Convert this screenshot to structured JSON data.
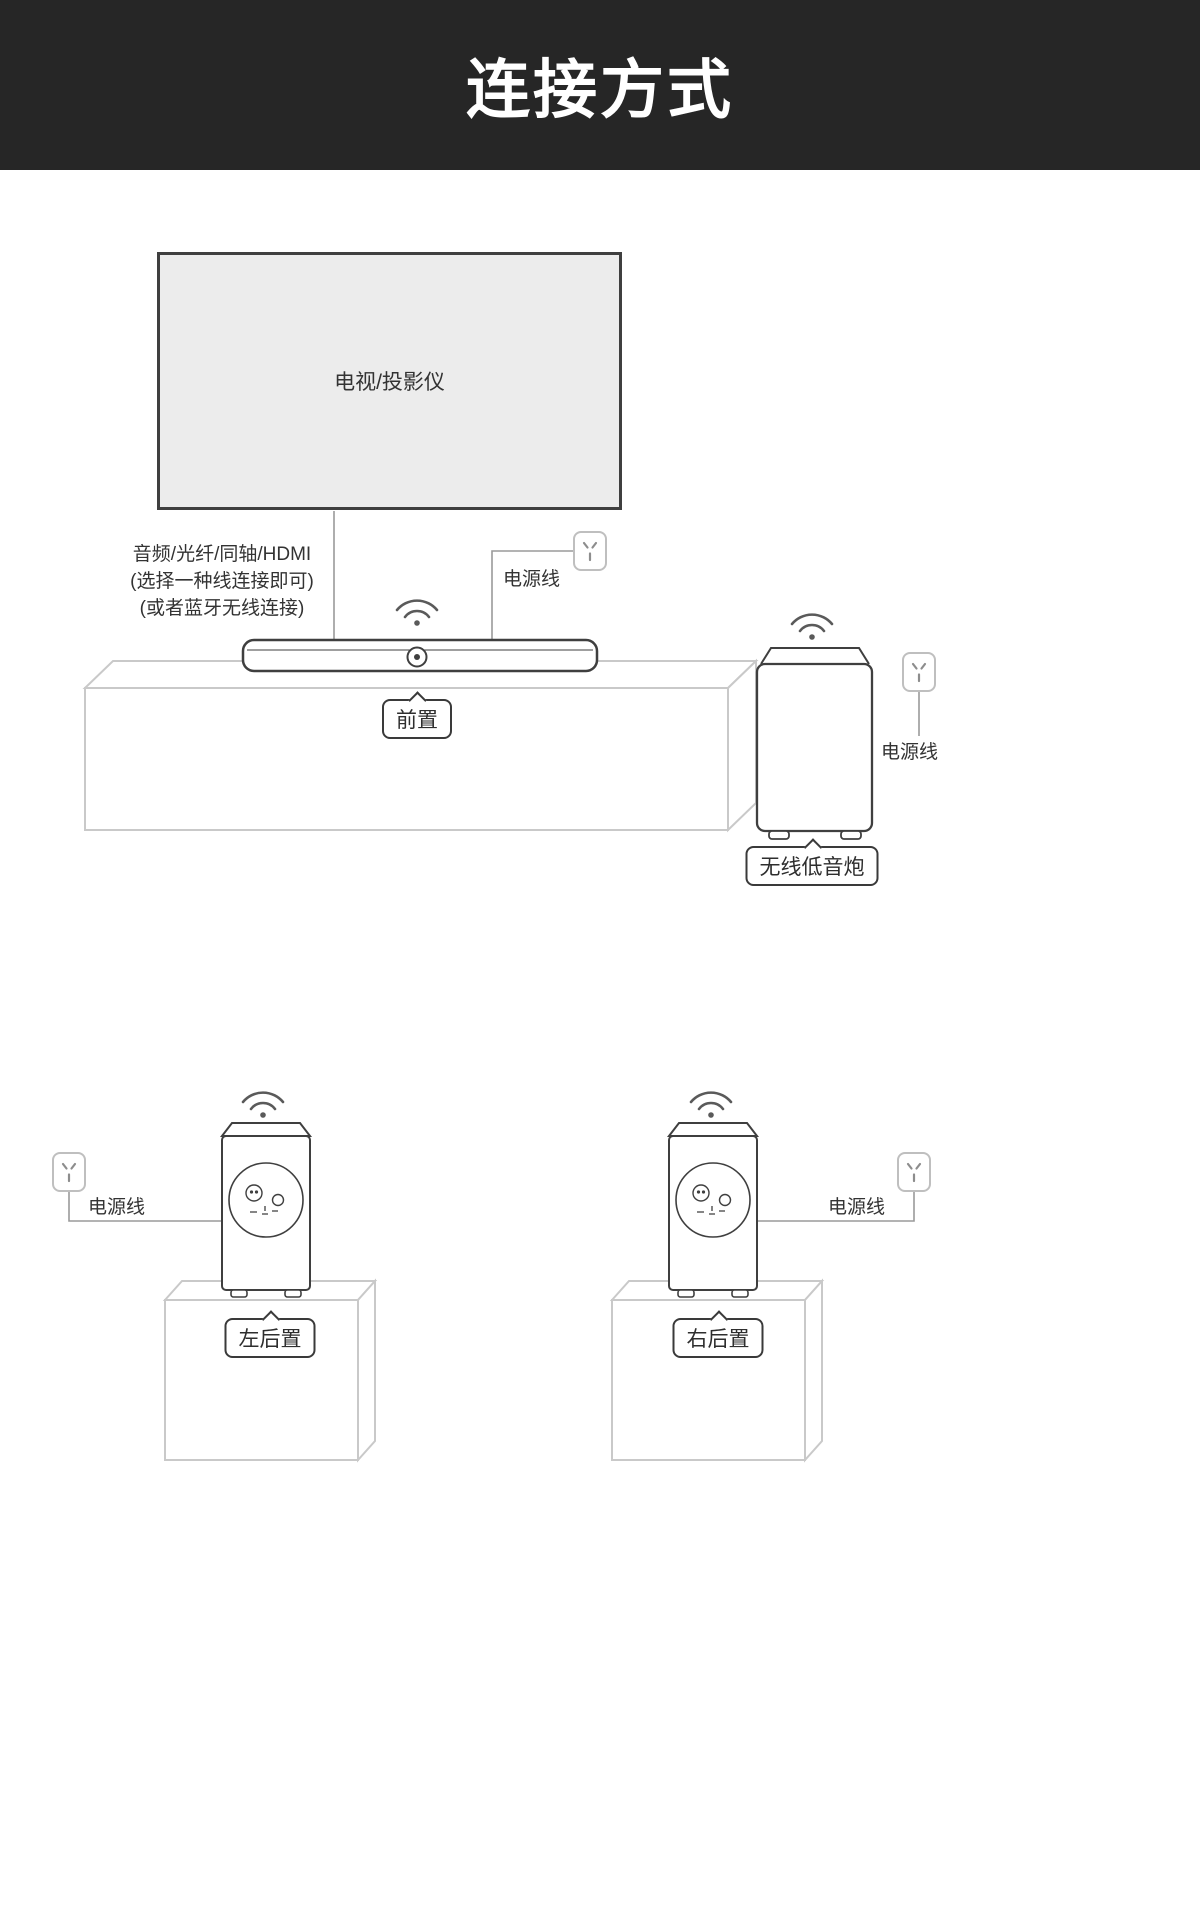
{
  "header": {
    "title": "连接方式"
  },
  "tv": {
    "label": "电视/投影仪"
  },
  "cable_note": {
    "line1": "音频/光纤/同轴/HDMI",
    "line2": "(选择一种线连接即可)",
    "line3": "(或者蓝牙无线连接)"
  },
  "soundbar": {
    "bubble_label": "前置",
    "power_label": "电源线"
  },
  "subwoofer": {
    "bubble_label": "无线低音炮",
    "power_label": "电源线"
  },
  "rear_left": {
    "bubble_label": "左后置",
    "power_label": "电源线"
  },
  "rear_right": {
    "bubble_label": "右后置",
    "power_label": "电源线"
  },
  "icons": {
    "wifi": "wifi-icon",
    "power_outlet": "power-outlet-icon"
  },
  "colors": {
    "banner_bg": "#262626",
    "banner_text": "#ffffff",
    "device_outline": "#3f3f3f",
    "furniture_outline": "#c9c9c9",
    "tv_fill": "#ececec",
    "cable_line": "#9a9a9a",
    "text": "#333333"
  }
}
